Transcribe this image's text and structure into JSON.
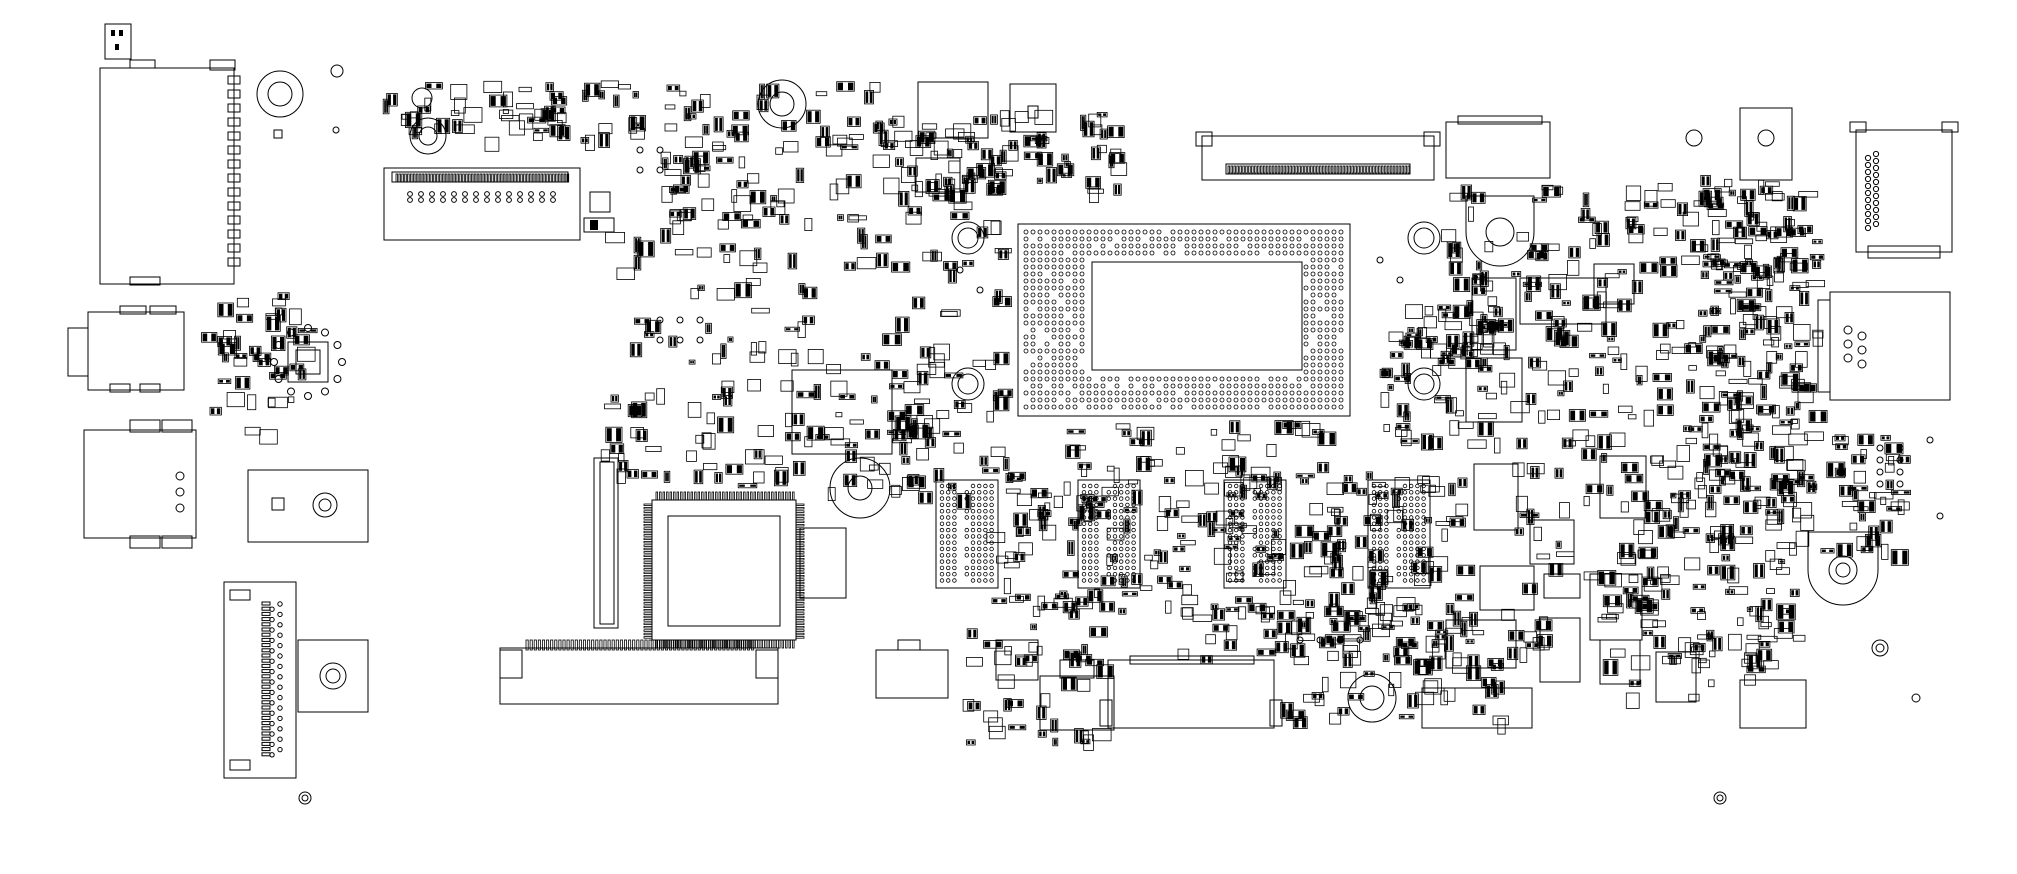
{
  "diagram": {
    "type": "pcb-component-placement",
    "colors": {
      "background": "#ffffff",
      "ink": "#000000"
    },
    "parts": [
      {
        "name": "left-io-connector"
      },
      {
        "name": "top-left-card-slot"
      },
      {
        "name": "audio-jack-left"
      },
      {
        "name": "usb-port-left"
      },
      {
        "name": "left-fpc-connector"
      },
      {
        "name": "cpu-bga"
      },
      {
        "name": "controller-qfp"
      },
      {
        "name": "top-fpc-connector"
      },
      {
        "name": "bottom-board-connector"
      },
      {
        "name": "memory-bga-1"
      },
      {
        "name": "memory-bga-2"
      },
      {
        "name": "memory-bga-3"
      },
      {
        "name": "memory-bga-4"
      },
      {
        "name": "right-card-slot"
      },
      {
        "name": "right-sim-slot"
      },
      {
        "name": "right-mounting-boss"
      }
    ]
  }
}
